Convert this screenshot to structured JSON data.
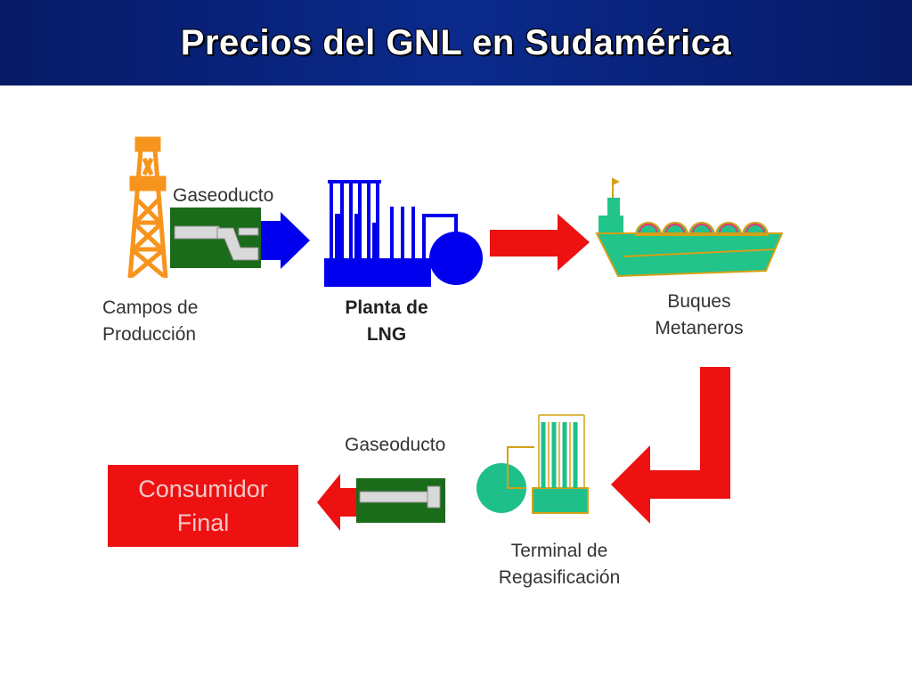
{
  "title": "Precios del GNL en Sudamérica",
  "labels": {
    "gaseoducto_top": "Gaseoducto",
    "campos_line1": "Campos de",
    "campos_line2": "Producción",
    "planta_line1": "Planta de",
    "planta_line2": "LNG",
    "buques_line1": "Buques",
    "buques_line2": "Metaneros",
    "gaseoducto_bottom": "Gaseoducto",
    "terminal_line1": "Terminal de",
    "terminal_line2": "Regasificación",
    "consumidor_line1": "Consumidor",
    "consumidor_line2": "Final"
  },
  "colors": {
    "header": "#0b2a8c",
    "derrick": "#f7941d",
    "pipe_green": "#1a6b1a",
    "plant_blue": "#0000ee",
    "flow_red": "#ee1111",
    "ship_green": "#22c48a",
    "terminal_green": "#1fbf8a",
    "gold": "#d4a017"
  }
}
